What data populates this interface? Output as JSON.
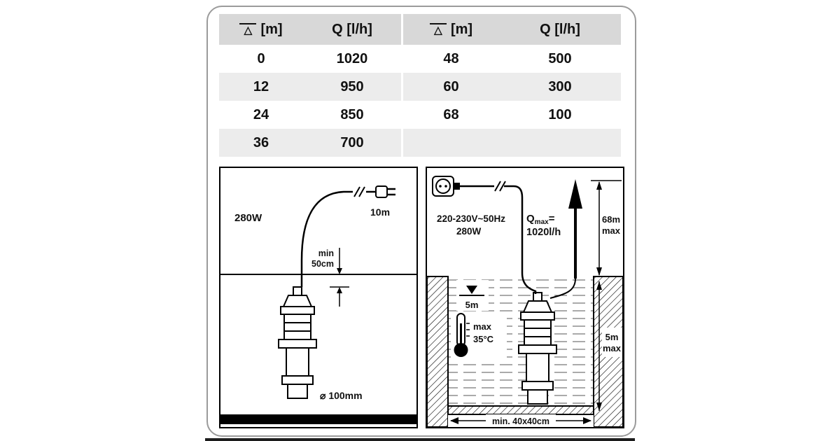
{
  "colors": {
    "header_bg": "#d8d8d8",
    "stripe_bg": "#ececec",
    "diagram_border": "#000000",
    "panel_border": "#9b9b9b"
  },
  "table": {
    "header": {
      "head_symbol": "△",
      "head_unit": "[m]",
      "flow_label": "Q [l/h]"
    },
    "left_rows": [
      {
        "head": "0",
        "flow": "1020"
      },
      {
        "head": "12",
        "flow": "950"
      },
      {
        "head": "24",
        "flow": "850"
      },
      {
        "head": "36",
        "flow": "700"
      }
    ],
    "right_rows": [
      {
        "head": "48",
        "flow": "500"
      },
      {
        "head": "60",
        "flow": "300"
      },
      {
        "head": "68",
        "flow": "100"
      },
      {
        "head": "",
        "flow": ""
      }
    ]
  },
  "left_diagram": {
    "power": "280W",
    "cable_length": "10m",
    "min_label": "min",
    "min_value": "50cm",
    "diameter": "⌀ 100mm"
  },
  "right_diagram": {
    "voltage": "220-230V~50Hz",
    "power": "280W",
    "q_letter": "Q",
    "q_sub": "max",
    "q_equals": "=",
    "q_value": "1020l/h",
    "head_value": "68m",
    "head_suffix": "max",
    "level_value": "5m",
    "temp_label": "max",
    "temp_value": "35°C",
    "depth_value": "5m",
    "depth_suffix": "max",
    "pit_size": "min. 40x40cm"
  }
}
